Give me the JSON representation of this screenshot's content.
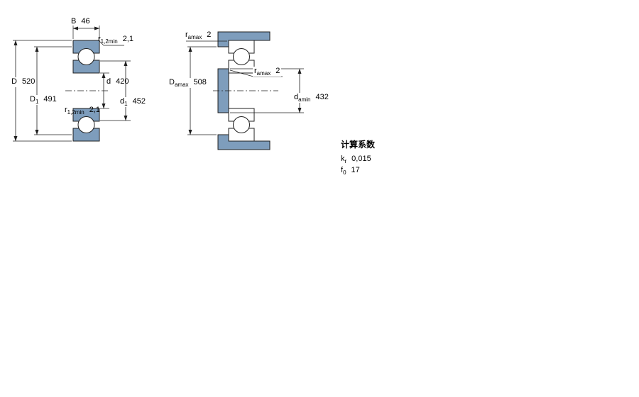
{
  "colors": {
    "part_fill": "#7E9DBC",
    "line": "#1F1F1F",
    "background": "#FFFFFF"
  },
  "left_diagram": {
    "dims": {
      "B": {
        "base": "B",
        "sub": "",
        "value": "46"
      },
      "r_top": {
        "base": "r",
        "sub": "1,2min",
        "value": "2,1"
      },
      "D": {
        "base": "D",
        "sub": "",
        "value": "520"
      },
      "D1": {
        "base": "D",
        "sub": "1",
        "value": "491"
      },
      "d": {
        "base": "d",
        "sub": "",
        "value": "420"
      },
      "d1": {
        "base": "d",
        "sub": "1",
        "value": "452"
      },
      "r_bottom": {
        "base": "r",
        "sub": "1,2min",
        "value": "2,1"
      }
    }
  },
  "right_diagram": {
    "dims": {
      "ra_top": {
        "base": "r",
        "sub": "amax",
        "value": "2"
      },
      "ra_mid": {
        "base": "r",
        "sub": "amax",
        "value": "2"
      },
      "Da": {
        "base": "D",
        "sub": "amax",
        "value": "508"
      },
      "da": {
        "base": "d",
        "sub": "amin",
        "value": "432"
      }
    }
  },
  "calculation_factors": {
    "title": "计算系数",
    "rows": [
      {
        "base": "k",
        "sub": "r",
        "value": "0,015"
      },
      {
        "base": "f",
        "sub": "0",
        "value": "17"
      }
    ]
  }
}
